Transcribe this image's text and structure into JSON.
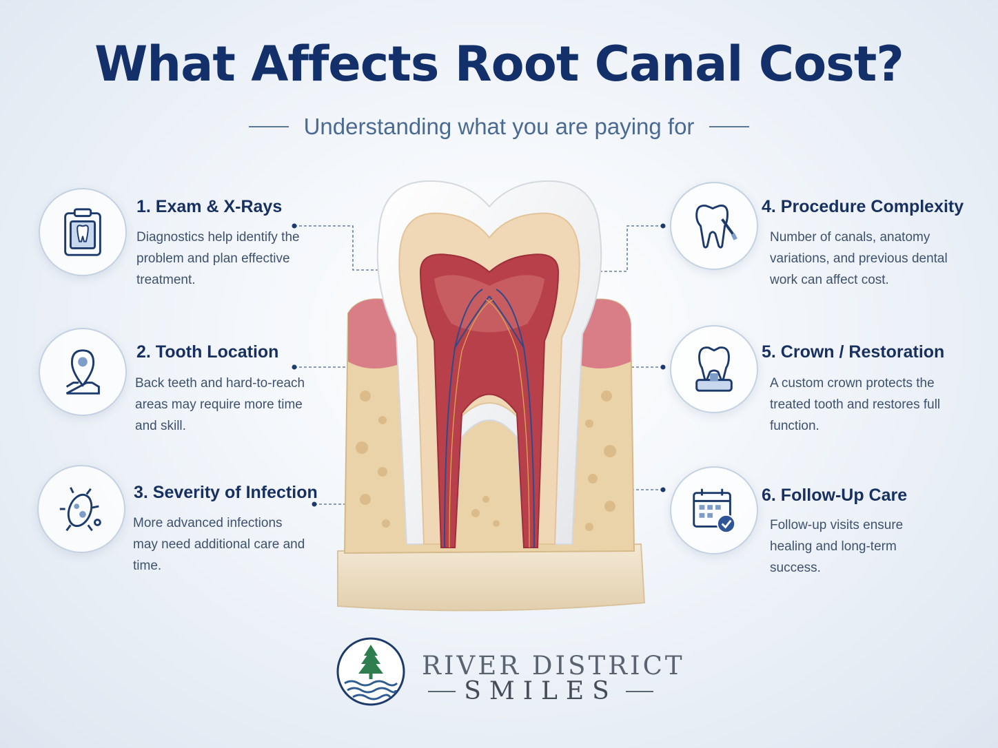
{
  "header": {
    "title": "What Affects Root Canal Cost?",
    "subtitle": "Understanding what you are paying for"
  },
  "factors": [
    {
      "title": "1. Exam & X-Rays",
      "description": "Diagnostics help identify the problem and plan effective treatment.",
      "icon": "clipboard-xray-icon"
    },
    {
      "title": "2. Tooth Location",
      "description": "Back teeth and hard-to-reach areas may require more time and skill.",
      "icon": "location-pin-icon"
    },
    {
      "title": "3. Severity of Infection",
      "description": "More advanced infections may need additional care and time.",
      "icon": "bacteria-icon"
    },
    {
      "title": "4. Procedure Complexity",
      "description": "Number of canals, anatomy variations, and previous dental work can affect cost.",
      "icon": "tooth-tool-icon"
    },
    {
      "title": "5. Crown / Restoration",
      "description": "A custom crown protects the treated tooth and restores full function.",
      "icon": "crown-tooth-icon"
    },
    {
      "title": "6. Follow-Up Care",
      "description": "Follow-up visits ensure healing and long-term success.",
      "icon": "calendar-check-icon"
    }
  ],
  "brand": {
    "line1": "RIVER DISTRICT",
    "line2": "SMILES"
  },
  "colors": {
    "title": "#14306b",
    "icon_stroke": "#1d3a6c",
    "gum": "#d97d86",
    "dentin": "#f0d7b6",
    "pulp": "#b8404a",
    "bone": "#e8cfa5",
    "logo_tree": "#2e7d4f"
  }
}
